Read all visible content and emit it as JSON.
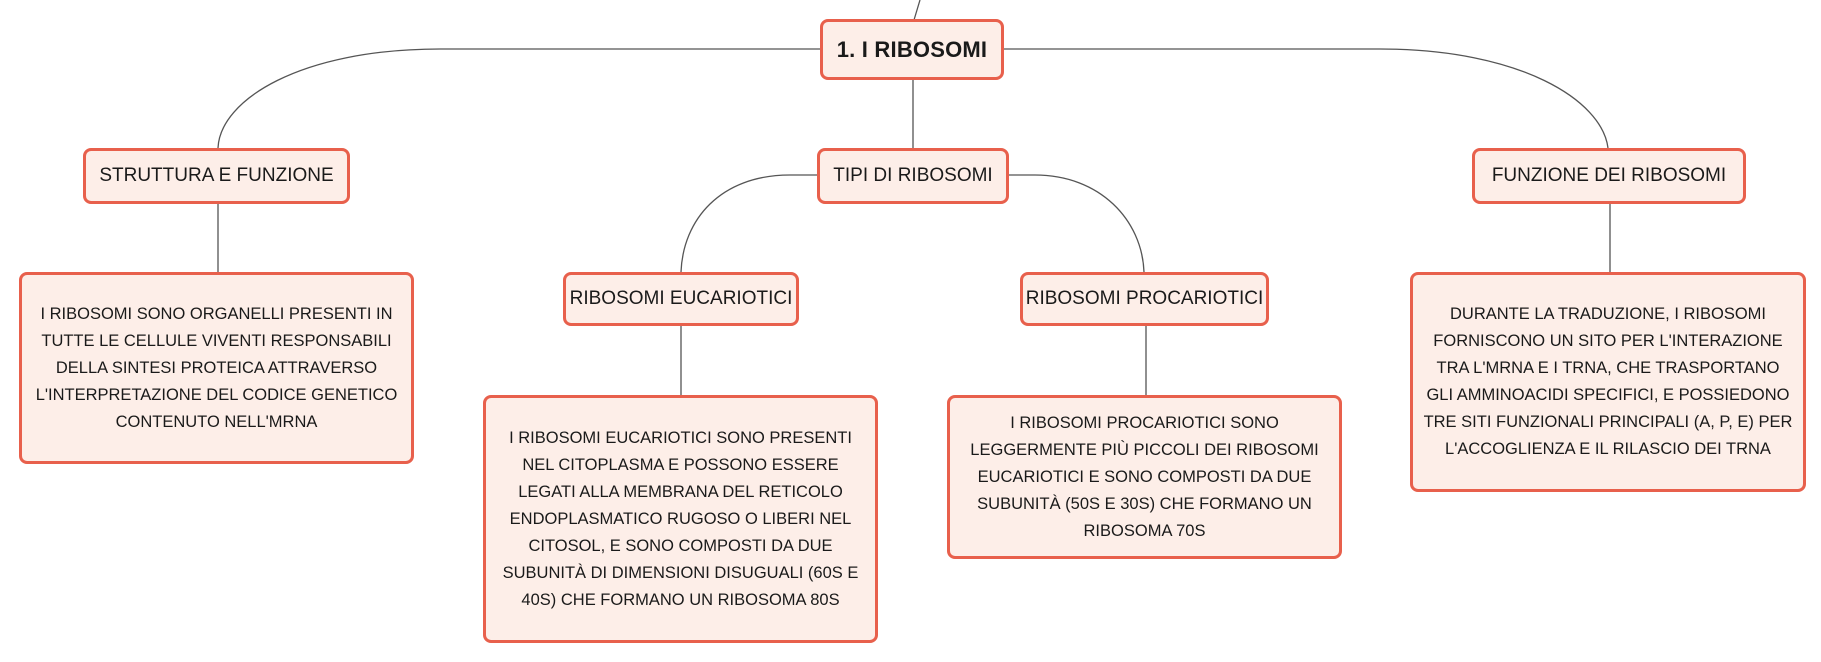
{
  "colors": {
    "node_border": "#e8604c",
    "node_fill": "#fdeee8",
    "connector": "#555555",
    "text": "#1a1a1a"
  },
  "root": {
    "label": "1. I RIBOSOMI"
  },
  "branches": {
    "struttura": {
      "label": "STRUTTURA E FUNZIONE",
      "detail": "I RIBOSOMI SONO ORGANELLI PRESENTI IN TUTTE LE CELLULE VIVENTI RESPONSABILI DELLA SINTESI PROTEICA ATTRAVERSO L'INTERPRETAZIONE DEL CODICE GENETICO CONTENUTO NELL'MRNA"
    },
    "tipi": {
      "label": "TIPI DI RIBOSOMI",
      "eucariotici": {
        "label": "RIBOSOMI EUCARIOTICI",
        "detail": "I RIBOSOMI EUCARIOTICI SONO PRESENTI NEL CITOPLASMA E POSSONO ESSERE LEGATI ALLA MEMBRANA DEL RETICOLO ENDOPLASMATICO RUGOSO O LIBERI NEL CITOSOL, E SONO COMPOSTI DA DUE SUBUNITÀ DI DIMENSIONI DISUGUALI (60S E 40S) CHE FORMANO UN RIBOSOMA 80S"
      },
      "procariotici": {
        "label": "RIBOSOMI PROCARIOTICI",
        "detail": "I RIBOSOMI PROCARIOTICI SONO LEGGERMENTE PIÙ PICCOLI DEI RIBOSOMI EUCARIOTICI E SONO COMPOSTI DA DUE SUBUNITÀ (50S E 30S) CHE FORMANO UN RIBOSOMA 70S"
      }
    },
    "funzione": {
      "label": "FUNZIONE DEI RIBOSOMI",
      "detail": "DURANTE LA TRADUZIONE, I RIBOSOMI FORNISCONO UN SITO PER L'INTERAZIONE TRA L'MRNA E I TRNA, CHE TRASPORTANO GLI AMMINOACIDI SPECIFICI, E POSSIEDONO TRE SITI FUNZIONALI PRINCIPALI (A, P, E) PER L'ACCOGLIENZA E IL RILASCIO DEI TRNA"
    }
  }
}
